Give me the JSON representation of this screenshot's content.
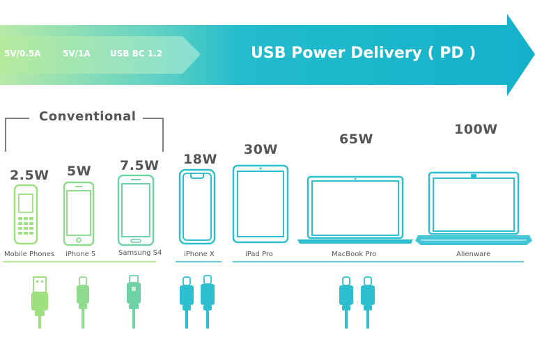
{
  "banner": {
    "left_labels": [
      "5V/0.5A",
      "5V/1A",
      "USB BC 1.2"
    ],
    "title": "USB Power Delivery ( PD )"
  },
  "group": {
    "title": "Conventional"
  },
  "devices": [
    {
      "power": "2.5W",
      "label": "Mobile Phones",
      "color": "#9ee07f",
      "icon": "feature-phone-icon"
    },
    {
      "power": "5W",
      "label": "iPhone 5",
      "color": "#8fdc8f",
      "icon": "smartphone-icon"
    },
    {
      "power": "7.5W",
      "label": "Samsung S4",
      "color": "#6fd1a6",
      "icon": "smartphone-icon"
    },
    {
      "power": "18W",
      "label": "iPhone X",
      "color": "#2dbfd0",
      "icon": "smartphone-notch-icon"
    },
    {
      "power": "30W",
      "label": "iPad Pro",
      "color": "#2dbfd0",
      "icon": "tablet-icon"
    },
    {
      "power": "65W",
      "label": "MacBook Pro",
      "color": "#2dbfd0",
      "icon": "laptop-icon"
    },
    {
      "power": "100W",
      "label": "Alienware",
      "color": "#2dbfd0",
      "icon": "gaming-laptop-icon"
    }
  ],
  "connectors": [
    {
      "type": "usb-a-icon",
      "color": "#9ee07f"
    },
    {
      "type": "lightning-connector-icon",
      "color": "#8fdc8f"
    },
    {
      "type": "micro-usb-icon",
      "color": "#6fd1a6"
    },
    {
      "type": "usb-c-icon",
      "color": "#2dbfd0"
    },
    {
      "type": "lightning-connector-icon",
      "color": "#2dbfd0"
    },
    {
      "type": "usb-c-icon",
      "color": "#2dbfd0"
    },
    {
      "type": "usb-c-icon",
      "color": "#2dbfd0"
    }
  ],
  "colors": {
    "banner_dark": "#17b3cc",
    "banner_light": "#a8e6a0",
    "text_gray": "#555555",
    "line_conventional": "#9ee07f",
    "line_pd": "#2dbfd0"
  }
}
